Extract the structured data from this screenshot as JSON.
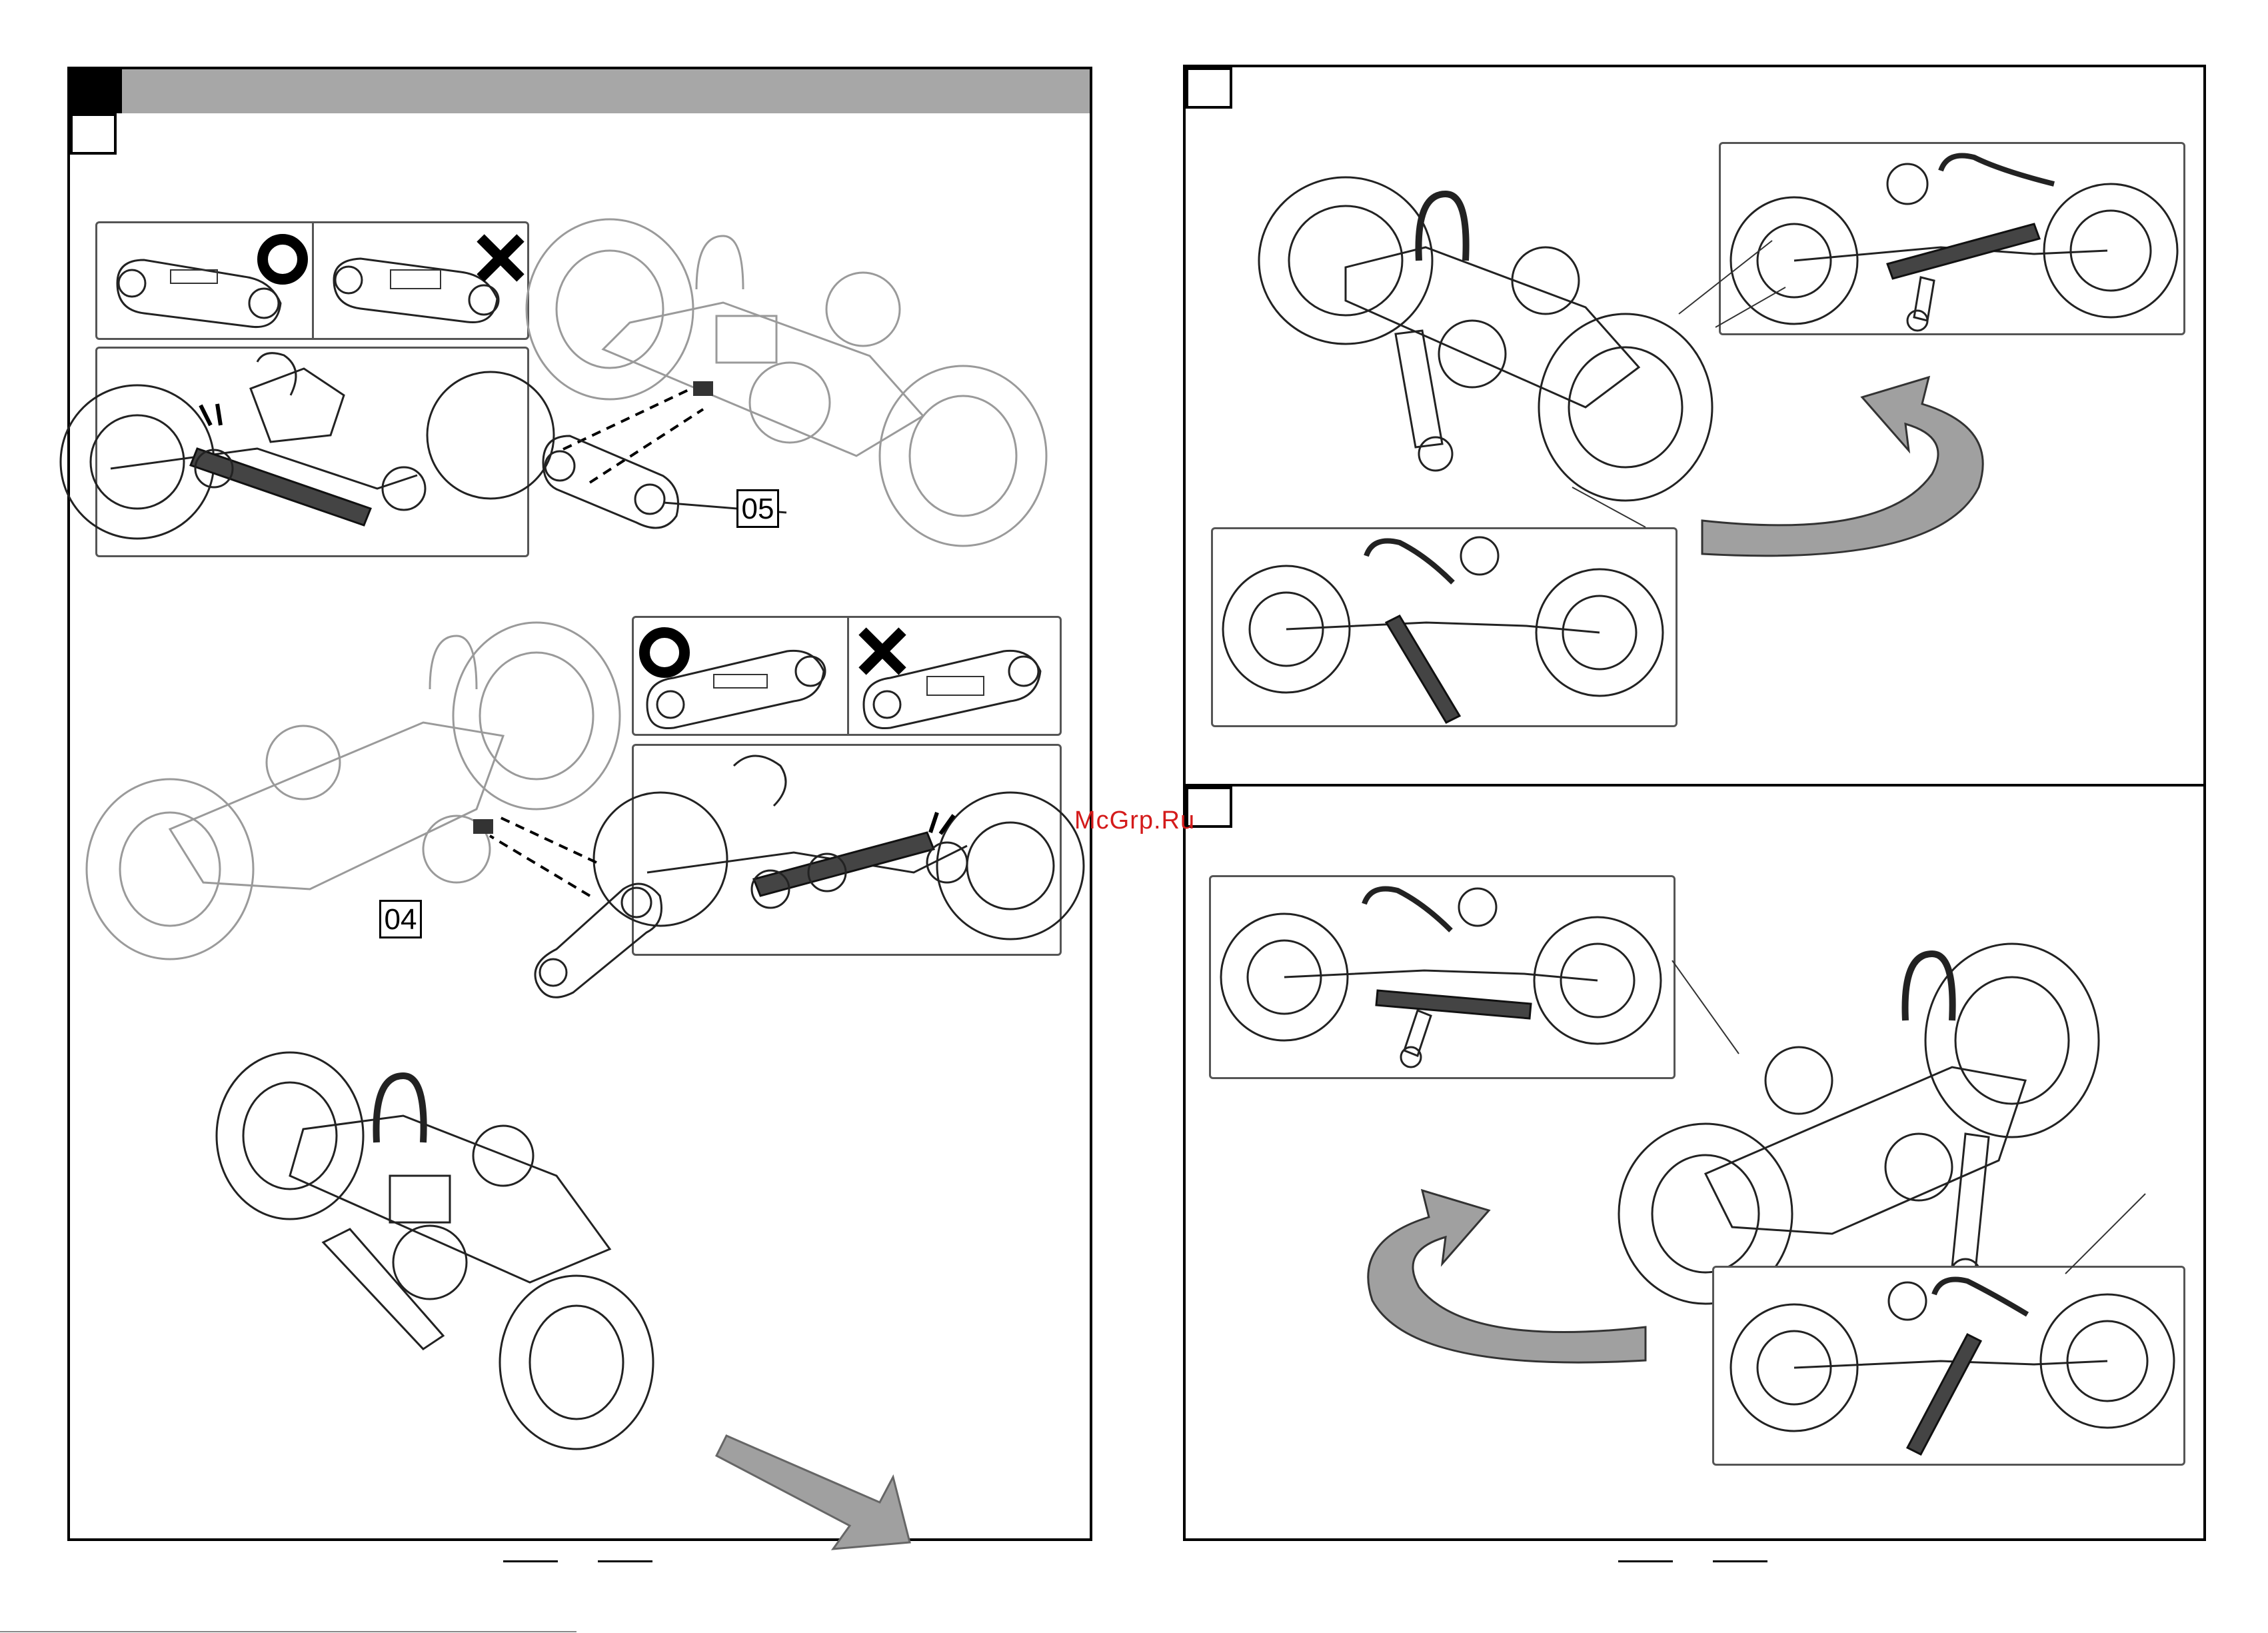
{
  "part_labels": {
    "part_05": "05",
    "part_04": "04"
  },
  "watermark": "McGrp.Ru",
  "colors": {
    "header_grey": "#a7a7a7",
    "arrow_grey": "#a0a0a0",
    "watermark_red": "#d41b1b"
  },
  "icons": [
    "correct-o-icon",
    "wrong-x-icon",
    "motion-arrow-icon",
    "rotate-arrow-icon"
  ]
}
